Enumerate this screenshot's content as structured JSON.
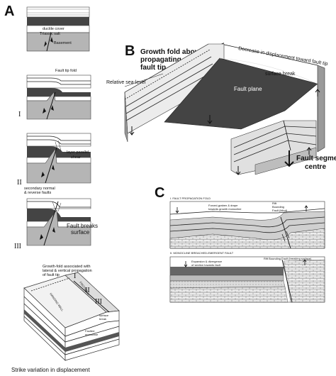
{
  "panelA": {
    "letter": "A",
    "labels": {
      "ductile_cover": "ductile    cover",
      "triassic_salt": "Triassic salt",
      "basement": "Basement",
      "fault_tip_fold": "Fault tip fold",
      "layer_parallel": "layer parallel",
      "shear": "shear",
      "secondary_faults_1": "secondary normal",
      "secondary_faults_2": "& reverse faults",
      "fault_breaks_1": "Fault breaks",
      "fault_breaks_2": "surface",
      "growth_fold_1": "Growth-fold associated with",
      "growth_fold_2": "lateral & vertical propagation",
      "growth_fold_3": "of fault tip",
      "hanging_wall": "HANGING WALL",
      "footwall": "FOOTWALL",
      "surface_break_1": "surface",
      "surface_break_2": "break",
      "faulted_1": "Faulted",
      "faulted_2": "monocline",
      "caption": "Strike variation in displacement"
    },
    "stages": [
      "I",
      "II",
      "III"
    ],
    "block_stages": [
      "I",
      "II",
      "III"
    ]
  },
  "panelB": {
    "letter": "B",
    "labels": {
      "growth_fold_1": "Growth fold above",
      "growth_fold_2": "propagating",
      "growth_fold_3": "fault tip",
      "decrease": "Decrease in displacement toward fault tip",
      "relative_sea_level": "Relative sea-level",
      "surface_break": "surface break",
      "fault_plane": "Fault plane",
      "fault_segment_1": "Fault segment",
      "fault_segment_2": "centre"
    }
  },
  "panelC": {
    "letter": "C",
    "labels": {
      "title1": "I. FAULT PROPAGATION FOLD",
      "title2": "II. MONOCLINE BREACHED-EMERGENT FAULT",
      "note1a": "Forced-graben & drape",
      "note1b": "towards growth monocline",
      "rift1a": "Rift",
      "rift1b": "Bounding",
      "rift1c": "Fault (blind)",
      "note2a": "Expansion & divergence",
      "note2b": "of section towards fault",
      "rift2": "Rift Bounding Fault (breaking surface)"
    }
  }
}
